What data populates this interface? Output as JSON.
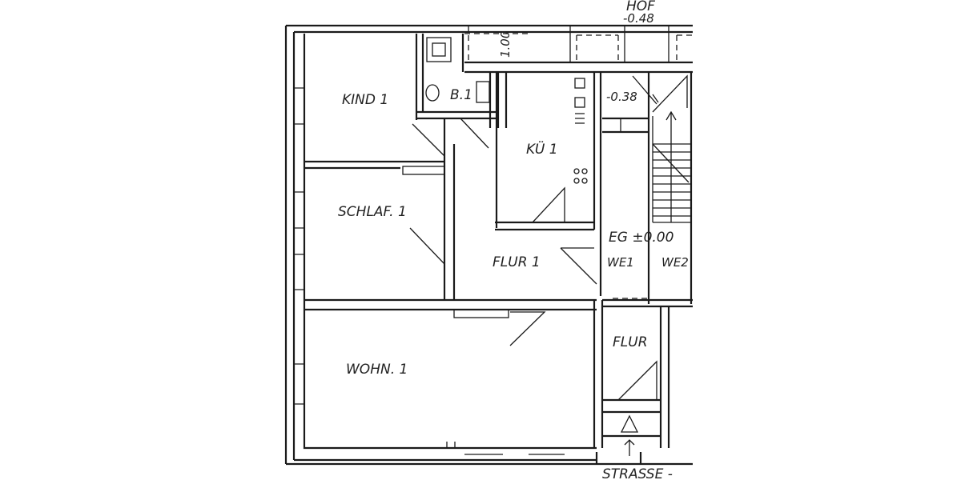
{
  "labels": {
    "hof": "HOF",
    "hof_level": "-0.48",
    "dim_100": "1.00",
    "stair_level": "-0.38",
    "kind": "KIND 1",
    "bath": "B.1",
    "kitchen": "KÜ 1",
    "schlaf": "SCHLAF. 1",
    "flur1": "FLUR 1",
    "eg": "EG ±0.00",
    "we1": "WE1",
    "we2": "WE2",
    "wohn": "WOHN. 1",
    "flur": "FLUR",
    "strasse": "STRASSE -"
  },
  "colors": {
    "ink": "#1a1a1a",
    "paper": "#ffffff"
  }
}
